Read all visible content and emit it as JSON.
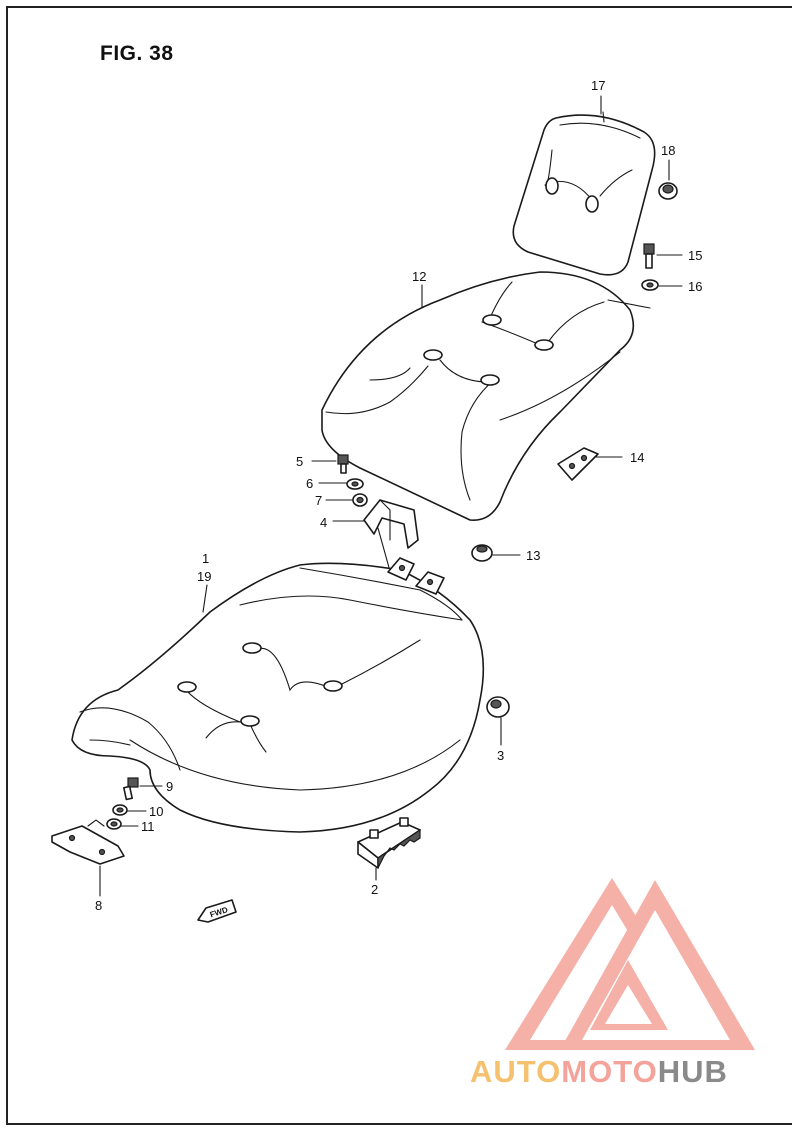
{
  "figure": {
    "title": "FIG. 38"
  },
  "callouts": [
    {
      "id": "1",
      "text": "1"
    },
    {
      "id": "19",
      "text": "19"
    },
    {
      "id": "2",
      "text": "2"
    },
    {
      "id": "3",
      "text": "3"
    },
    {
      "id": "4",
      "text": "4"
    },
    {
      "id": "5",
      "text": "5"
    },
    {
      "id": "6",
      "text": "6"
    },
    {
      "id": "7",
      "text": "7"
    },
    {
      "id": "8",
      "text": "8"
    },
    {
      "id": "9",
      "text": "9"
    },
    {
      "id": "10",
      "text": "10"
    },
    {
      "id": "11",
      "text": "11"
    },
    {
      "id": "12",
      "text": "12"
    },
    {
      "id": "13",
      "text": "13"
    },
    {
      "id": "14",
      "text": "14"
    },
    {
      "id": "15",
      "text": "15"
    },
    {
      "id": "16",
      "text": "16"
    },
    {
      "id": "17",
      "text": "17"
    },
    {
      "id": "18",
      "text": "18"
    }
  ],
  "direction_marker": {
    "text": "FWD"
  },
  "watermark": {
    "word_parts": [
      "AUTO",
      "MOTO",
      "HUB"
    ],
    "colors": {
      "auto": "#f5c16e",
      "moto": "#f4a39a",
      "hub": "#8a8a8a",
      "logo": "#f4a39a"
    }
  }
}
